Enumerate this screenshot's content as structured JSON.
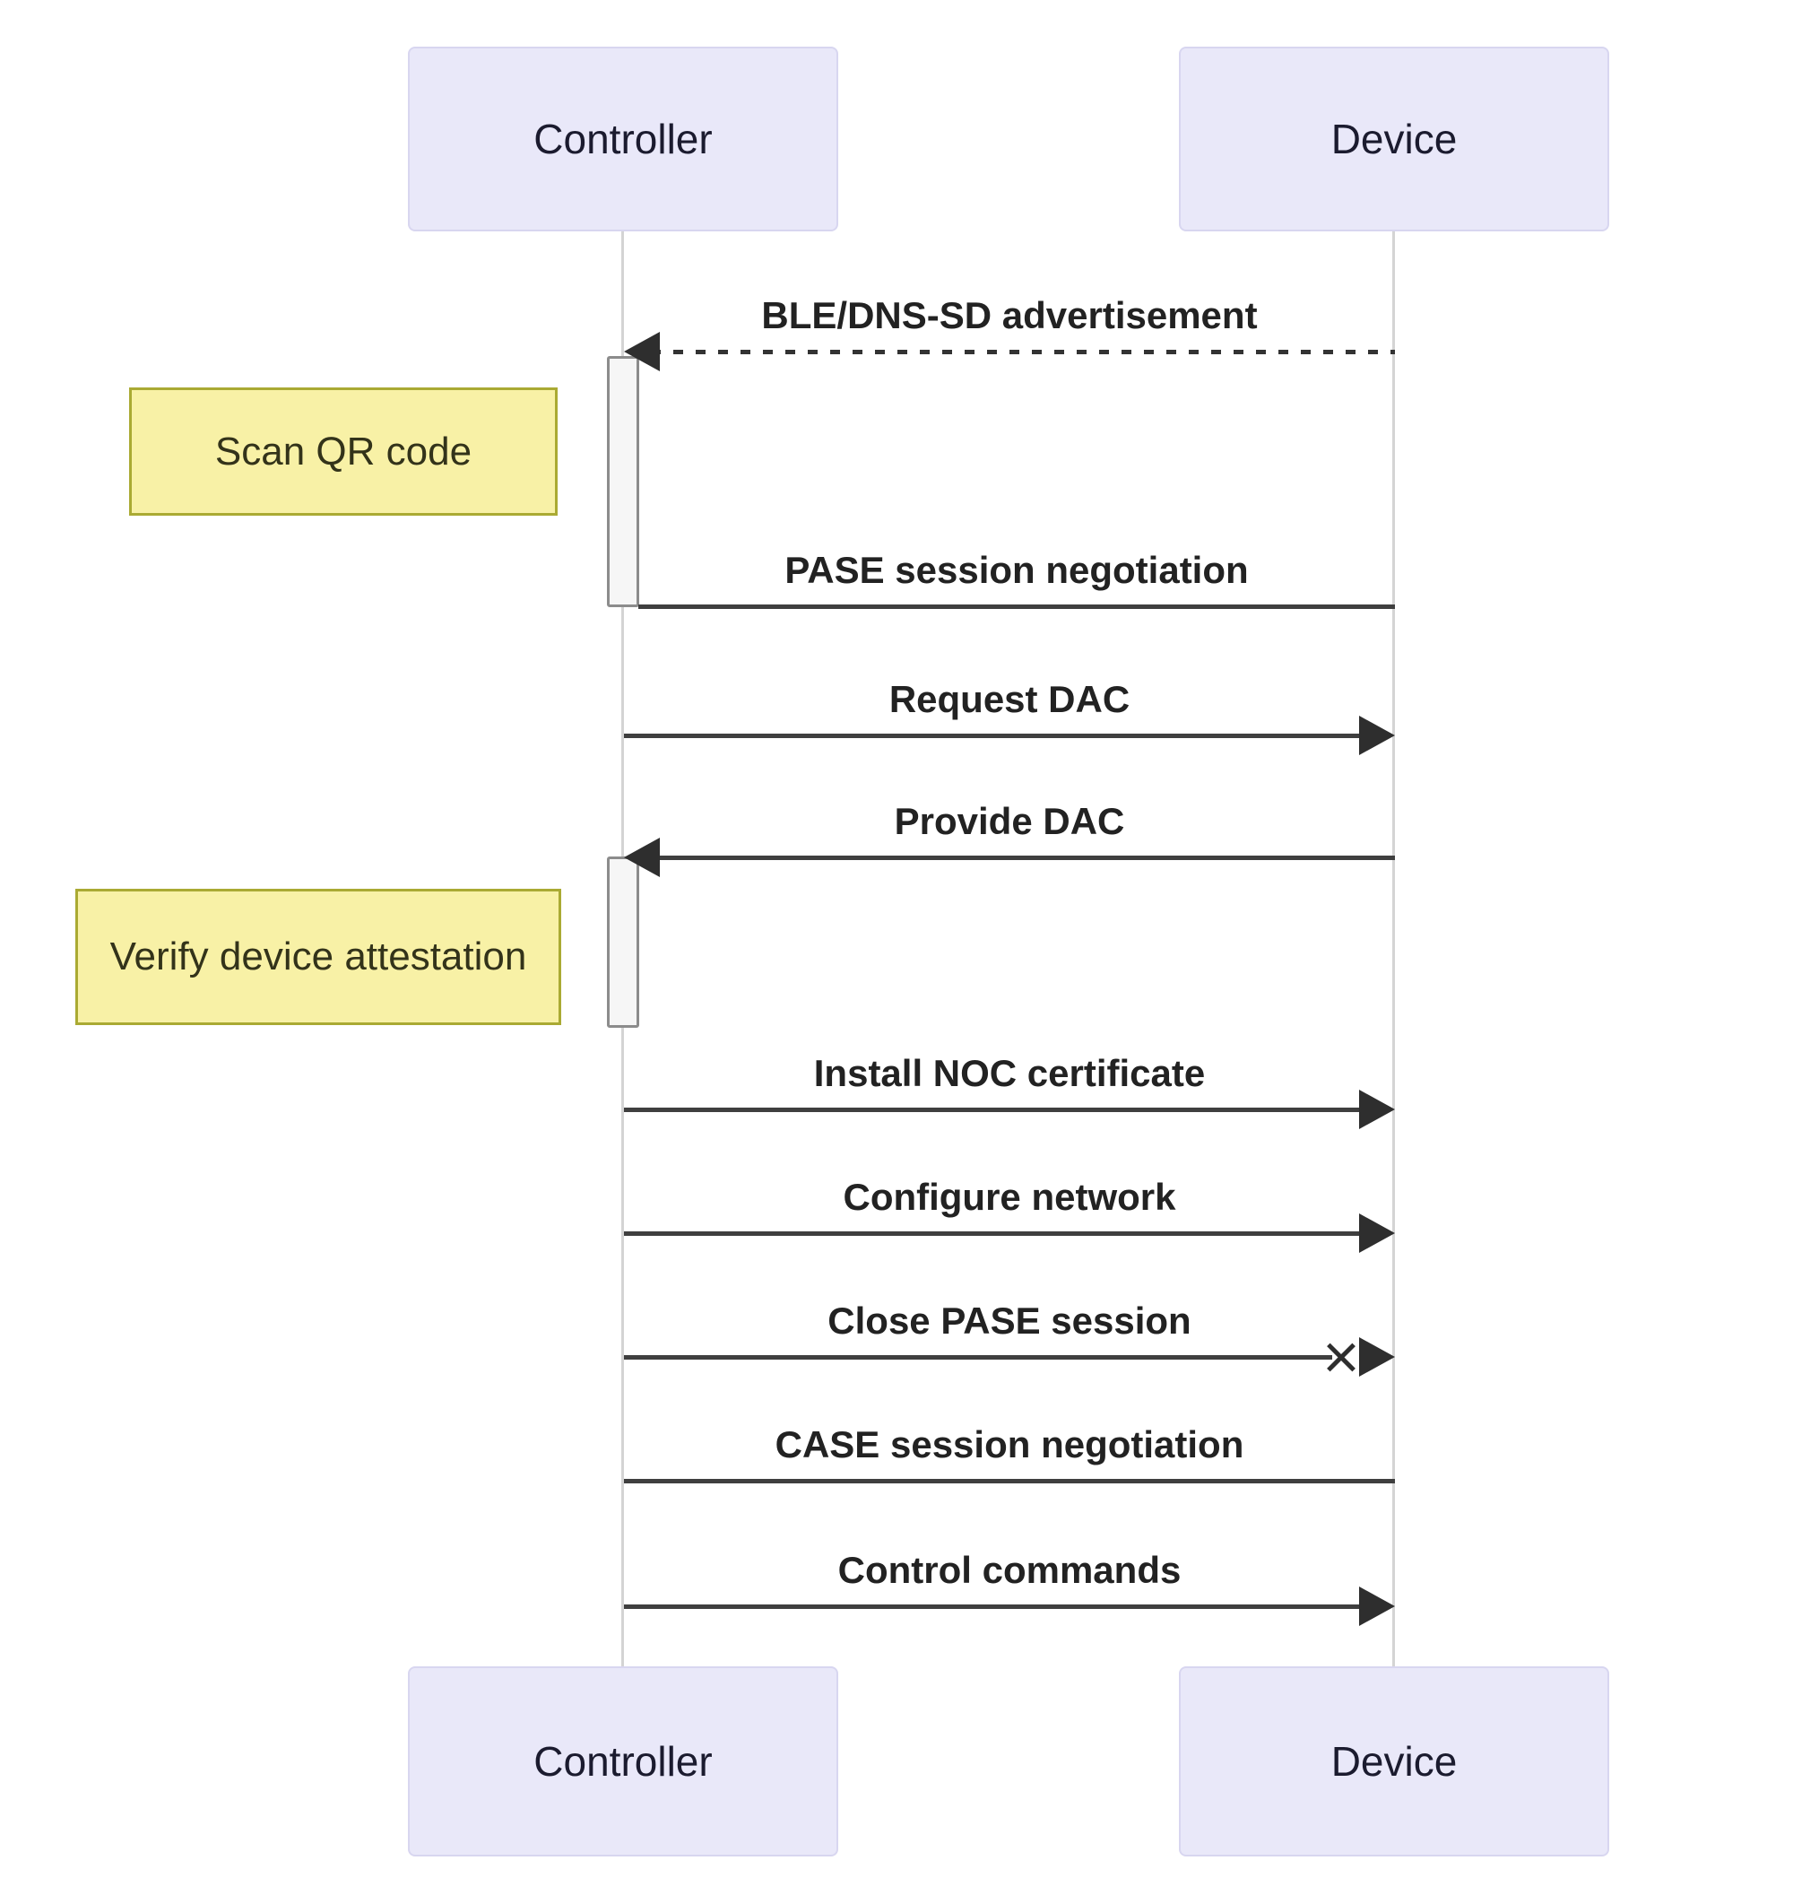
{
  "diagram": {
    "type": "sequence",
    "actors": [
      {
        "id": "controller",
        "label": "Controller"
      },
      {
        "id": "device",
        "label": "Device"
      }
    ],
    "messages": [
      {
        "label": "BLE/DNS-SD advertisement",
        "from": "device",
        "to": "controller",
        "line": "dashed",
        "arrow": "left"
      },
      {
        "label": "PASE session negotiation",
        "from": "controller",
        "to": "device",
        "line": "solid",
        "arrow": "none"
      },
      {
        "label": "Request DAC",
        "from": "controller",
        "to": "device",
        "line": "solid",
        "arrow": "right"
      },
      {
        "label": "Provide DAC",
        "from": "device",
        "to": "controller",
        "line": "solid",
        "arrow": "left"
      },
      {
        "label": "Install NOC certificate",
        "from": "controller",
        "to": "device",
        "line": "solid",
        "arrow": "right"
      },
      {
        "label": "Configure network",
        "from": "controller",
        "to": "device",
        "line": "solid",
        "arrow": "right"
      },
      {
        "label": "Close PASE session",
        "from": "controller",
        "to": "device",
        "line": "solid",
        "arrow": "cross-right"
      },
      {
        "label": "CASE session negotiation",
        "from": "controller",
        "to": "device",
        "line": "solid",
        "arrow": "none"
      },
      {
        "label": "Control commands",
        "from": "controller",
        "to": "device",
        "line": "solid",
        "arrow": "right"
      }
    ],
    "notes": [
      {
        "label": "Scan QR code",
        "side": "left-of-controller"
      },
      {
        "label": "Verify device attestation",
        "side": "left-of-controller"
      }
    ],
    "colors": {
      "actor_fill": "#E9E8F9",
      "actor_border": "#D8D6F0",
      "note_fill": "#F8F1A6",
      "note_border": "#AAAA33",
      "lifeline": "#D4D4D4",
      "message_line": "#3F3F3F"
    }
  }
}
